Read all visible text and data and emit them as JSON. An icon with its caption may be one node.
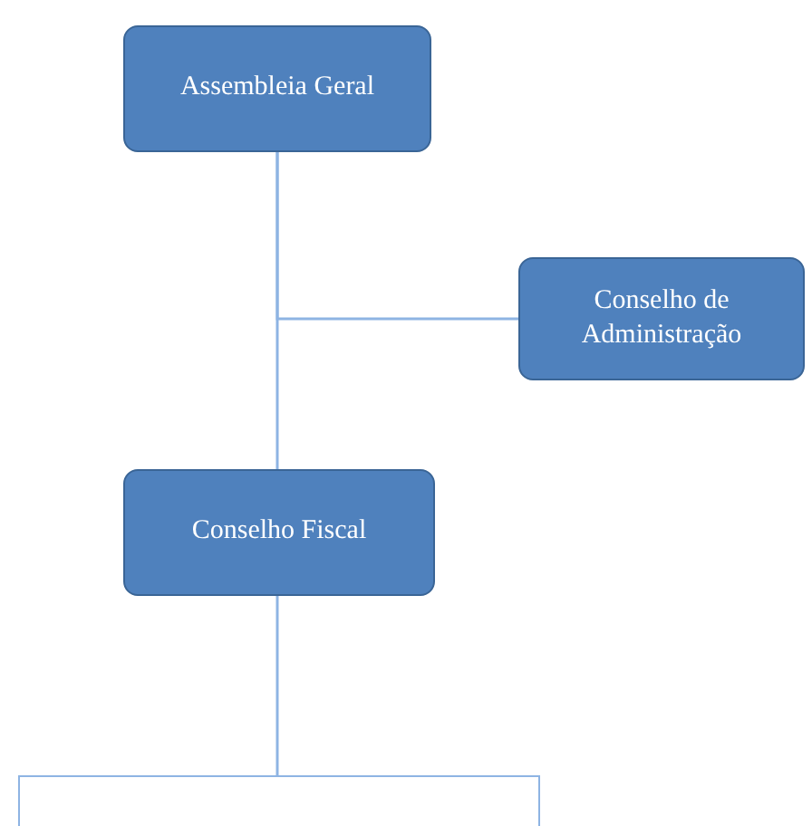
{
  "diagram": {
    "nodes": [
      {
        "text": [
          "Assembleia Geral"
        ]
      },
      {
        "text": [
          "Conselho de Administração"
        ]
      },
      {
        "text": [
          "Conselho Fiscal"
        ]
      },
      {
        "text": [],
        "shape": "box"
      }
    ],
    "edges": [
      {
        "from": 0,
        "to": 1,
        "arrow": "none"
      },
      {
        "from": 0,
        "to": 2,
        "arrow": "none"
      },
      {
        "from": 2,
        "to": 3,
        "arrow": "none"
      }
    ]
  }
}
